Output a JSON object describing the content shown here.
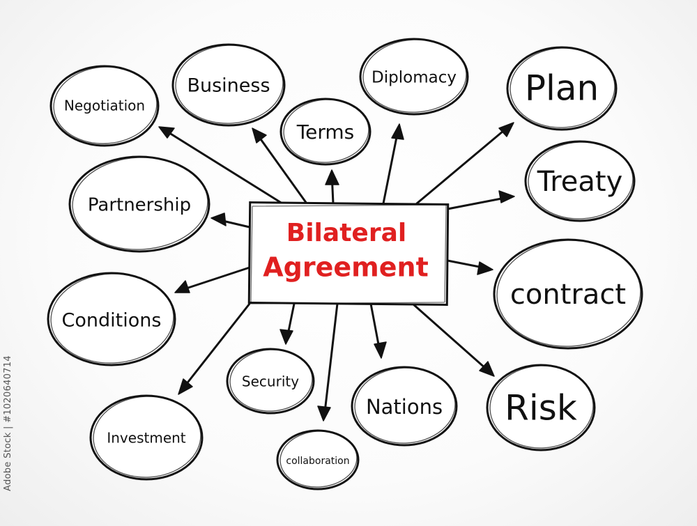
{
  "center": {
    "line1": "Bilateral",
    "line2": "Agreement",
    "color": "#e02020"
  },
  "nodes": {
    "negotiation": "Negotiation",
    "business": "Business",
    "terms": "Terms",
    "diplomacy": "Diplomacy",
    "plan": "Plan",
    "partnership": "Partnership",
    "treaty": "Treaty",
    "conditions": "Conditions",
    "contract": "contract",
    "security": "Security",
    "nations": "Nations",
    "risk": "Risk",
    "investment": "Investment",
    "collaboration": "collaboration"
  },
  "watermark": "Adobe Stock | #1020640714"
}
